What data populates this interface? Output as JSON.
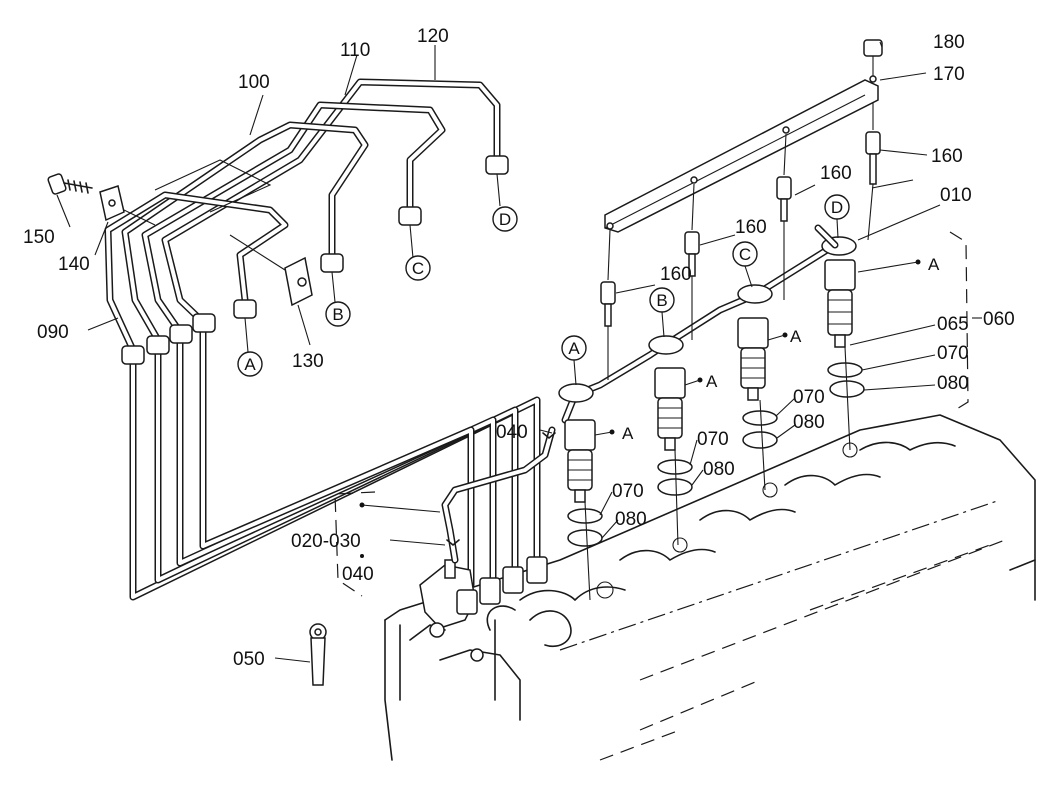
{
  "labels": {
    "p010": "010",
    "p020_030": "020-030",
    "p040_a": "040",
    "p040_b": "040",
    "p050": "050",
    "p060": "060",
    "p065": "065",
    "p070_a": "070",
    "p070_b": "070",
    "p070_c": "070",
    "p070_d": "070",
    "p080_a": "080",
    "p080_b": "080",
    "p080_c": "080",
    "p080_d": "080",
    "p090": "090",
    "p100": "100",
    "p110": "110",
    "p120": "120",
    "p130": "130",
    "p140": "140",
    "p150": "150",
    "p160_a": "160",
    "p160_b": "160",
    "p160_c": "160",
    "p160_d": "160",
    "p170": "170",
    "p180": "180"
  },
  "connectors": {
    "A": "A",
    "B": "B",
    "C": "C",
    "D": "D"
  },
  "markers": {
    "a1": "A",
    "a2": "A",
    "a3": "A",
    "a4": "A"
  }
}
